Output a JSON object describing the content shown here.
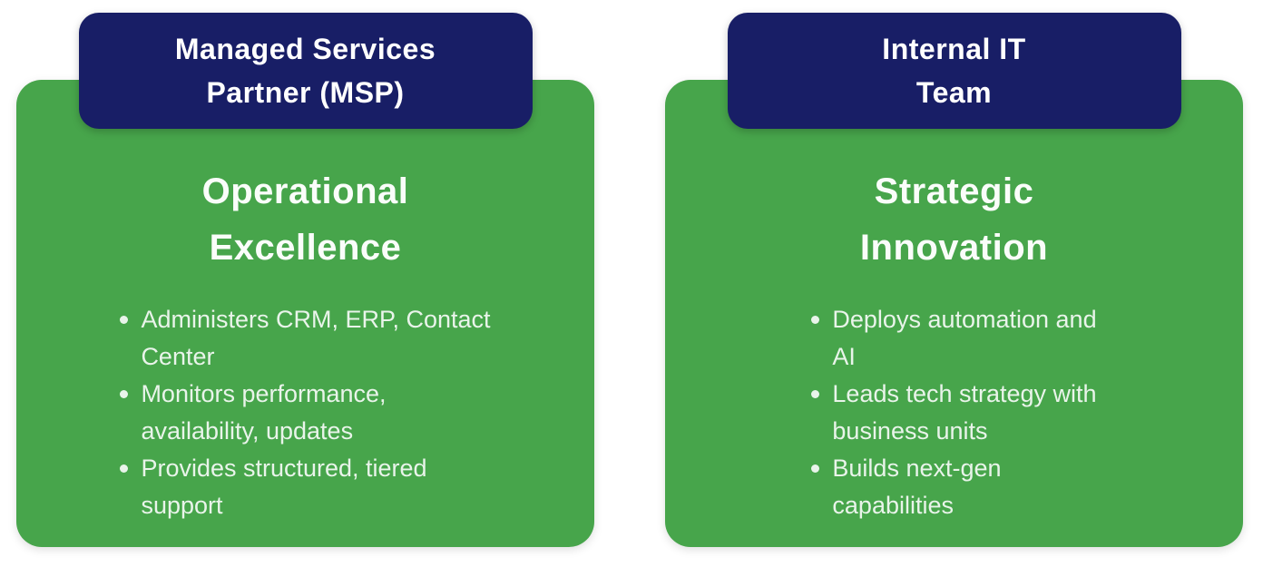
{
  "colors": {
    "badge_navy": "#181e66",
    "card_green": "#47a54b",
    "badge_text": "#ffffff",
    "title_text": "#fafdfa",
    "bullet_text": "#e9f4ea"
  },
  "cards": [
    {
      "badge": "Managed Services\nPartner (MSP)",
      "title": "Operational\nExcellence",
      "bullets": [
        "Administers CRM, ERP, Contact\nCenter",
        "Monitors performance,\navailability, updates",
        "Provides structured, tiered\nsupport"
      ]
    },
    {
      "badge": "Internal IT\nTeam",
      "title": "Strategic\nInnovation",
      "bullets": [
        "Deploys automation and\nAI",
        "Leads tech strategy with\nbusiness units",
        "Builds next-gen\ncapabilities"
      ]
    }
  ]
}
